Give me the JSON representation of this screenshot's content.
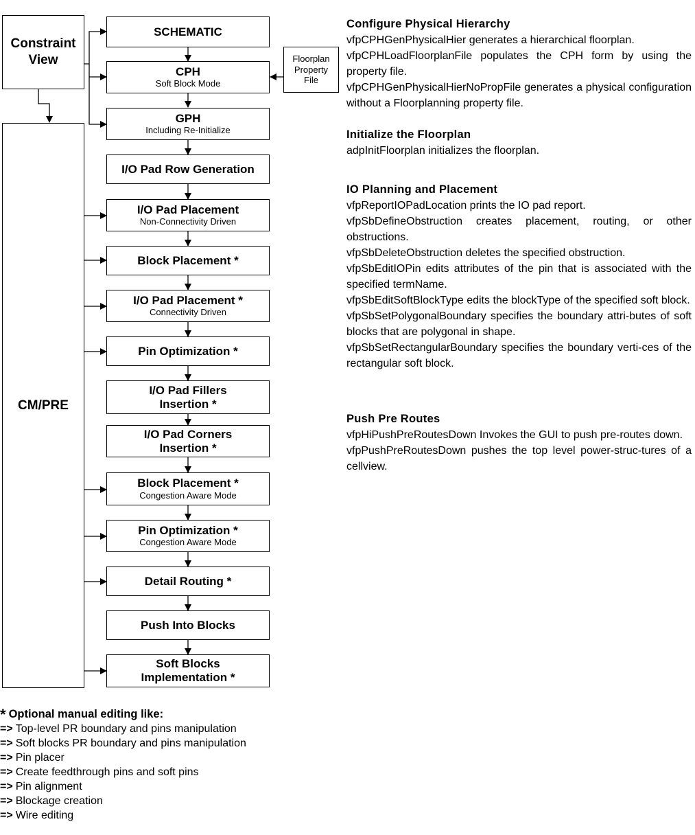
{
  "constraint_view": {
    "label_line1": "Constraint",
    "label_line2": "View"
  },
  "cm_pre": {
    "label": "CM/PRE"
  },
  "floorplan_file": {
    "line1": "Floorplan",
    "line2": "Property",
    "line3": "File"
  },
  "flow": {
    "schematic": {
      "title": "SCHEMATIC"
    },
    "cph": {
      "title": "CPH",
      "sub": "Soft Block Mode"
    },
    "gph": {
      "title": "GPH",
      "sub": "Including Re-Initialize"
    },
    "io_row": {
      "title": "I/O Pad Row Generation"
    },
    "io_place_nc": {
      "title": "I/O Pad Placement",
      "sub": "Non-Connectivity Driven"
    },
    "block_place": {
      "title": "Block Placement *"
    },
    "io_place_c": {
      "title": "I/O Pad Placement *",
      "sub": "Connectivity Driven"
    },
    "pin_opt": {
      "title": "Pin Optimization *"
    },
    "fillers": {
      "line1": "I/O Pad Fillers",
      "line2": "Insertion *"
    },
    "corners": {
      "line1": "I/O Pad Corners",
      "line2": "Insertion *"
    },
    "block_place_ca": {
      "title": "Block Placement *",
      "sub": "Congestion Aware Mode"
    },
    "pin_opt_ca": {
      "title": "Pin Optimization *",
      "sub": "Congestion Aware Mode"
    },
    "detail_routing": {
      "title": "Detail Routing *"
    },
    "push_into": {
      "title": "Push Into Blocks"
    },
    "soft_impl": {
      "line1": "Soft Blocks",
      "line2": "Implementation *"
    }
  },
  "sections": [
    {
      "heading": "Configure Physical Hierarchy",
      "paras": [
        "vfpCPHGenPhysicalHier generates a hierarchical floorplan.",
        "vfpCPHLoadFloorplanFile populates the CPH form by using the property file.",
        "vfpCPHGenPhysicalHierNoPropFile generates a physical configuration without a Floorplanning property file."
      ]
    },
    {
      "heading": "Initialize the Floorplan",
      "paras": [
        "adpInitFloorplan initializes the floorplan."
      ]
    },
    {
      "heading": "IO Planning and Placement",
      "paras": [
        "vfpReportIOPadLocation prints the IO pad report.",
        "vfpSbDefineObstruction creates placement, routing, or other obstructions.",
        "vfpSbDeleteObstruction deletes the specified obstruction.",
        "vfpSbEditIOPin edits attributes of the pin that is associated with the specified termName.",
        "vfpSbEditSoftBlockType edits the blockType of the specified soft block.",
        "vfpSbSetPolygonalBoundary specifies the boundary attri-butes of soft blocks that are polygonal in shape.",
        "vfpSbSetRectangularBoundary specifies the boundary verti-ces of the rectangular soft block."
      ]
    },
    {
      "heading": "Push Pre Routes",
      "paras": [
        "vfpHiPushPreRoutesDown Invokes the GUI to push pre-routes down.",
        "vfpPushPreRoutesDown pushes the top level power-struc-tures of a cellview."
      ]
    }
  ],
  "notes": {
    "star": "*",
    "heading": "Optional manual editing like:",
    "arrow": "=>",
    "items": [
      "Top-level PR boundary and pins manipulation",
      "Soft blocks PR boundary and pins manipulation",
      "Pin placer",
      "Create feedthrough pins and soft pins",
      "Pin alignment",
      "Blockage creation",
      "Wire editing"
    ]
  }
}
